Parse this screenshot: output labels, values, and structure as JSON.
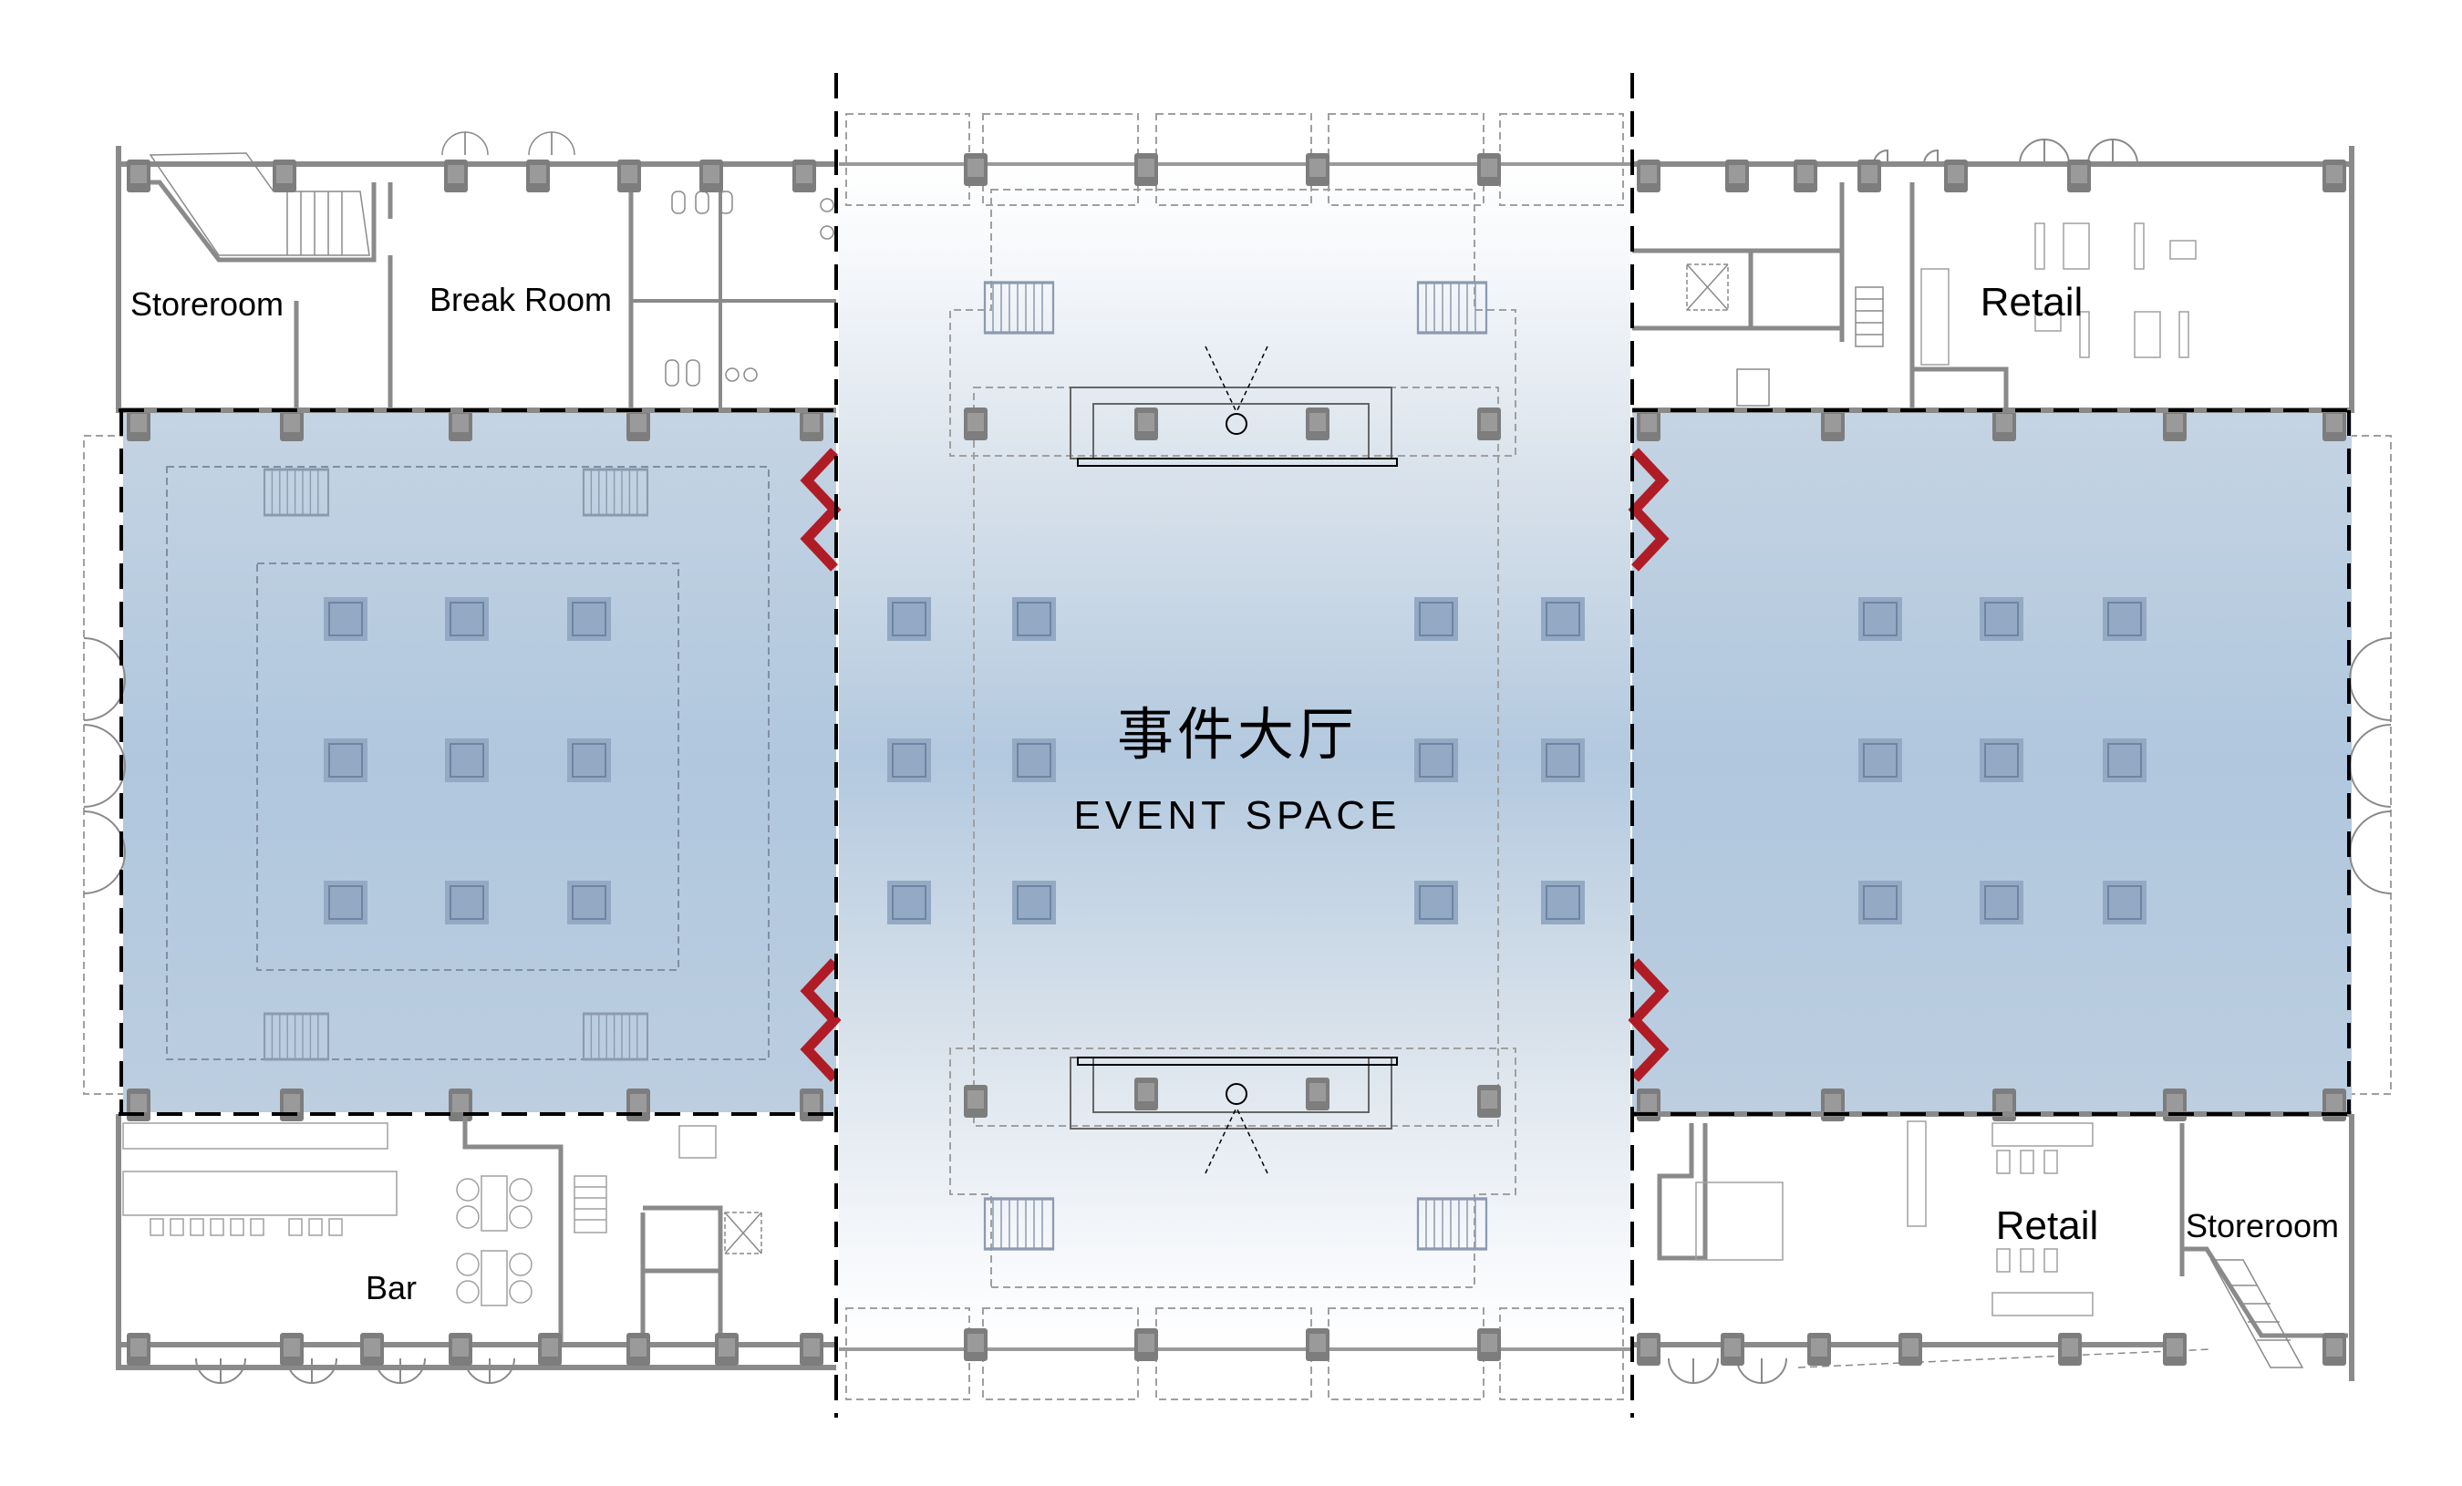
{
  "plan": {
    "title_cn": "事件大厅",
    "title_en": "EVENT SPACE",
    "rooms": [
      {
        "id": "storeroom-left",
        "label": "Storeroom"
      },
      {
        "id": "break-room",
        "label": "Break Room"
      },
      {
        "id": "retail-top-right",
        "label": "Retail"
      },
      {
        "id": "bar",
        "label": "Bar"
      },
      {
        "id": "retail-bottom-right",
        "label": "Retail"
      },
      {
        "id": "storeroom-right",
        "label": "Storeroom"
      }
    ],
    "icons": {
      "folding-partition": "red zigzag chevron",
      "column": "square pillar",
      "stair": "stair flight",
      "elevator": "crossed box",
      "door": "door swing arc",
      "stage": "stage platform with spotlight"
    },
    "colors": {
      "hall_fill": "#b3c9df",
      "column_fill": "#93a9c4",
      "column_border": "#6e84a0",
      "wall": "#8a8a8a",
      "partition_red": "#b01c25",
      "boundary_dash": "#000000",
      "background": "#ffffff"
    }
  }
}
